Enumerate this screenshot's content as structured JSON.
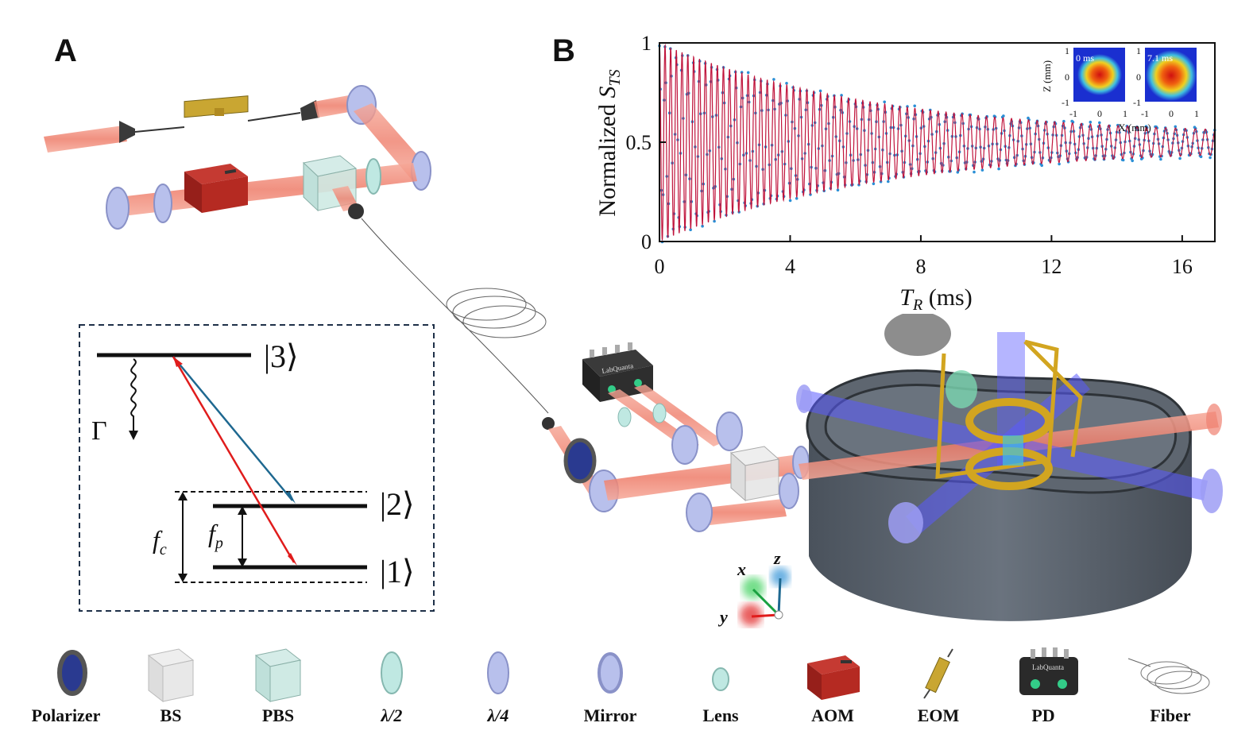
{
  "panels": {
    "a_label": "A",
    "b_label": "B"
  },
  "energy_levels": {
    "ket3": "|3⟩",
    "ket2": "|2⟩",
    "ket1": "|1⟩",
    "gamma": "Γ",
    "fc": "f",
    "fc_sub": "c",
    "fp": "f",
    "fp_sub": "p"
  },
  "device_labels": {
    "photodetector": "LabQuanta"
  },
  "axes_triad": {
    "x": "x",
    "y": "y",
    "z": "z"
  },
  "chart_data": {
    "type": "scatter",
    "title": "",
    "xlabel": "T_R (ms)",
    "ylabel": "Normalized S_TS",
    "xlim": [
      0,
      17
    ],
    "ylim": [
      0,
      1
    ],
    "xticks": [
      0,
      4,
      8,
      12,
      16
    ],
    "yticks": [
      0,
      0.5,
      1
    ],
    "series": [
      {
        "kind": "points",
        "color": "#2a8fd6",
        "description_model": {
          "center": 0.5,
          "amp_start": 0.5,
          "amp_end": 0.03,
          "decay_ms": 6.5,
          "period_start_ms": 0.17,
          "period_end_ms": 0.31
        }
      },
      {
        "kind": "fit-line",
        "color": "#c0143c"
      }
    ],
    "insets": [
      {
        "time_label": "0 ms",
        "xlabel": "X (mm)",
        "ylabel": "Z (mm)",
        "ticks": [
          "-1",
          "0",
          "1"
        ]
      },
      {
        "time_label": "7.1 ms",
        "ticks": [
          "-1",
          "0",
          "1"
        ]
      }
    ]
  },
  "legend": [
    {
      "label": "Polarizer",
      "icon": "polarizer-icon"
    },
    {
      "label": "BS",
      "icon": "bs-icon"
    },
    {
      "label": "PBS",
      "icon": "pbs-icon"
    },
    {
      "label": "λ/2",
      "icon": "half-wave-plate-icon"
    },
    {
      "label": "λ/4",
      "icon": "quarter-wave-plate-icon"
    },
    {
      "label": "Mirror",
      "icon": "mirror-icon"
    },
    {
      "label": "Lens",
      "icon": "lens-icon"
    },
    {
      "label": "AOM",
      "icon": "aom-icon"
    },
    {
      "label": "EOM",
      "icon": "eom-icon"
    },
    {
      "label": "PD",
      "icon": "pd-icon"
    },
    {
      "label": "Fiber",
      "icon": "fiber-icon"
    }
  ],
  "colors": {
    "beam_red": "#f08070",
    "beam_blue": "#5a5aff",
    "fit_red": "#c0143c",
    "data_blue": "#2a8fd6",
    "chamber": "#5b6470",
    "coil_gold": "#d2a520"
  }
}
